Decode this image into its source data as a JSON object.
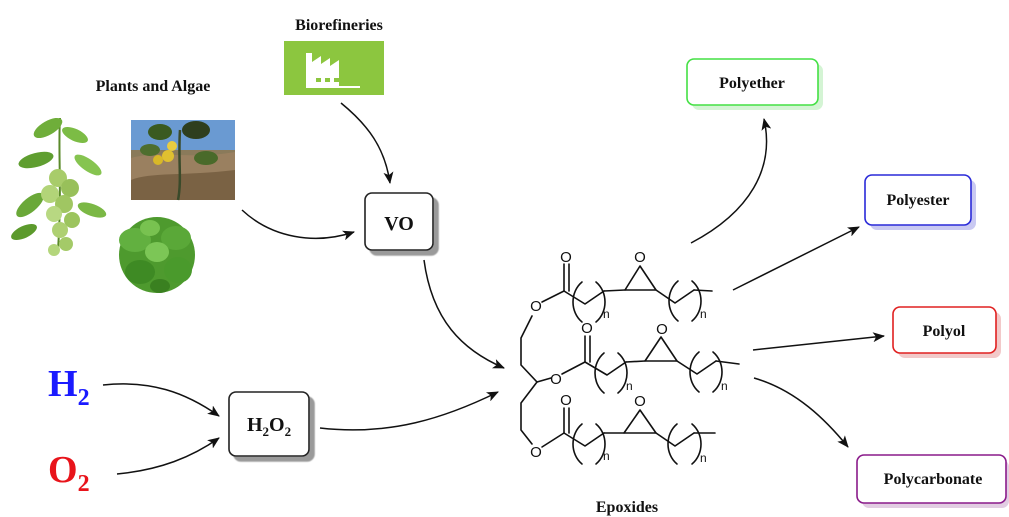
{
  "labels": {
    "biorefineries": "Biorefineries",
    "plants_algae": "Plants and Algae",
    "epoxides": "Epoxides"
  },
  "nodes": {
    "vo": "VO",
    "h2_main": "H",
    "h2_sub": "2",
    "o2_main": "O",
    "o2_sub": "2",
    "h2o2_h": "H",
    "h2o2_h_sub": "2",
    "h2o2_o": "O",
    "h2o2_o_sub": "2"
  },
  "products": {
    "polyether": "Polyether",
    "polyester": "Polyester",
    "polyol": "Polyol",
    "polycarbonate": "Polycarbonate"
  },
  "molecule": {
    "oxygen": "O",
    "repeat": "n"
  },
  "colors": {
    "h2": "#1a1aff",
    "o2": "#e8141b",
    "polyether": "#44e044",
    "polyester": "#2a2ad8",
    "polyol": "#e02020",
    "polycarbonate": "#8a1a8a",
    "factory": "#8cc63f"
  },
  "icons": [
    "factory-icon",
    "plant-photo",
    "fruit-photo",
    "algae-photo"
  ]
}
